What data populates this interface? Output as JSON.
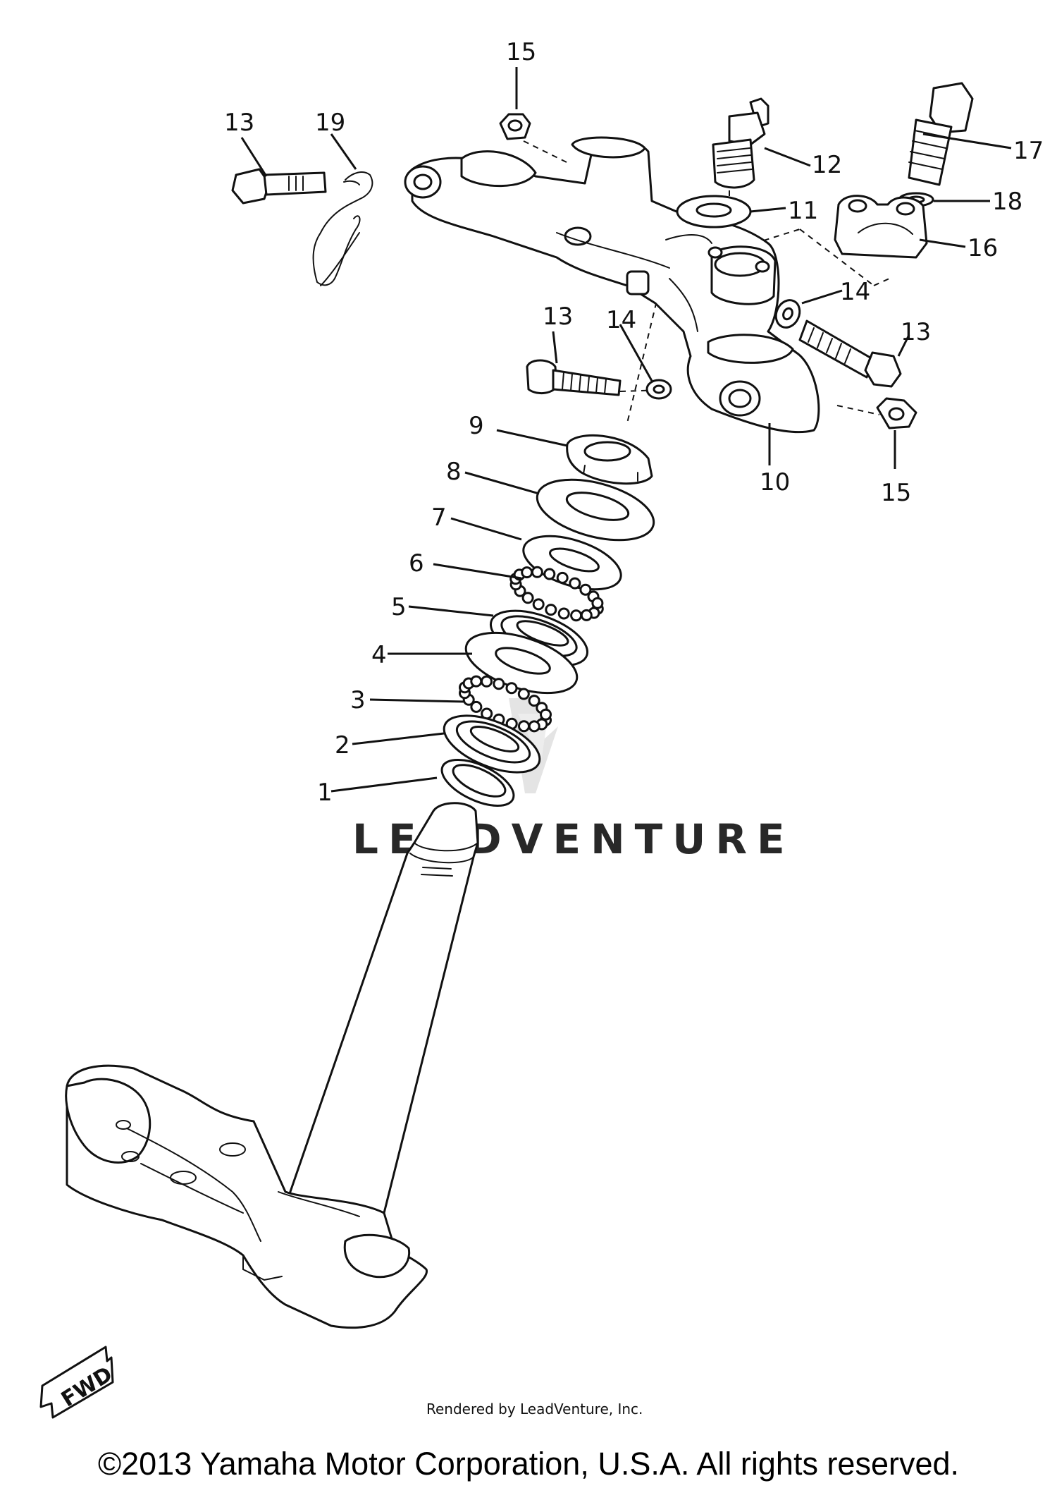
{
  "parts": {
    "p1": "1",
    "p2": "2",
    "p3": "3",
    "p4": "4",
    "p5": "5",
    "p6": "6",
    "p7": "7",
    "p8": "8",
    "p9": "9",
    "p10": "10",
    "p11": "11",
    "p12": "12",
    "p13": "13",
    "p14": "14",
    "p15": "15",
    "p16": "16",
    "p17": "17",
    "p18": "18",
    "p19": "19"
  },
  "fwd_label": "FWD",
  "watermark": "LEADVENTURE",
  "rendered_by": "Rendered by LeadVenture, Inc.",
  "copyright": "©2013 Yamaha Motor Corporation, U.S.A. All rights reserved."
}
